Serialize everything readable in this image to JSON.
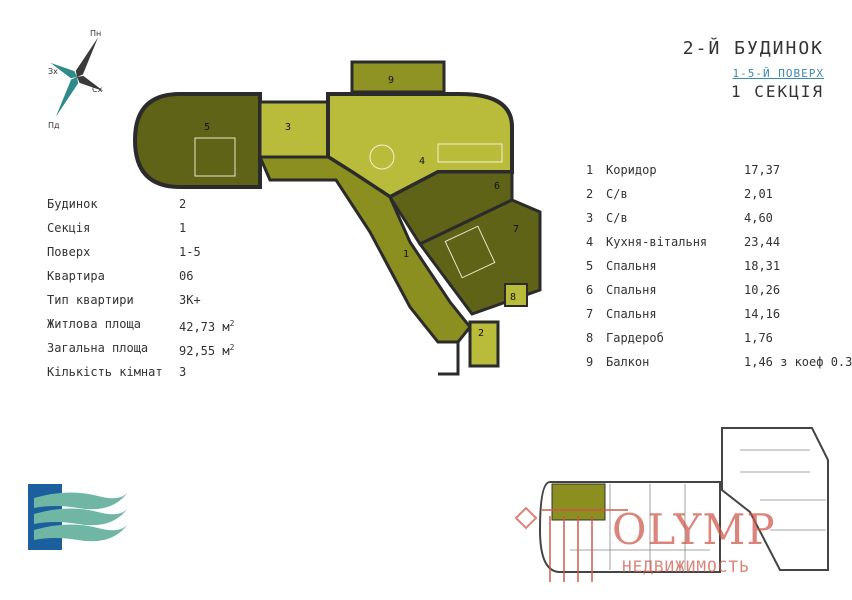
{
  "compass": {
    "north": "Пн",
    "east": "Сх",
    "south": "Пд",
    "west": "Зх"
  },
  "header": {
    "building": "2-Й БУДИНОК",
    "floor": "1-5-Й ПОВЕРХ",
    "section": "1 СЕКЦІЯ"
  },
  "apartment": [
    {
      "label": "Будинок",
      "value": "2"
    },
    {
      "label": "Секція",
      "value": "1"
    },
    {
      "label": "Поверх",
      "value": "1-5"
    },
    {
      "label": "Квартира",
      "value": "06"
    },
    {
      "label": "Тип квартири",
      "value": "3К+"
    },
    {
      "label": "Житлова площа",
      "value": "42,73 м",
      "sup": "2"
    },
    {
      "label": "Загальна площа",
      "value": "92,55 м",
      "sup": "2"
    },
    {
      "label": "Кількість кімнат",
      "value": "3"
    }
  ],
  "rooms": [
    {
      "num": "1",
      "name": "Коридор",
      "area": "17,37"
    },
    {
      "num": "2",
      "name": "С/в",
      "area": "2,01"
    },
    {
      "num": "3",
      "name": "С/в",
      "area": "4,60"
    },
    {
      "num": "4",
      "name": "Кухня-вітальня",
      "area": "23,44"
    },
    {
      "num": "5",
      "name": "Спальня",
      "area": "18,31"
    },
    {
      "num": "6",
      "name": "Спальня",
      "area": "10,26"
    },
    {
      "num": "7",
      "name": "Спальня",
      "area": "14,16"
    },
    {
      "num": "8",
      "name": "Гардероб",
      "area": "1,76"
    },
    {
      "num": "9",
      "name": "Балкон",
      "area": "1,46 з коеф 0.3"
    }
  ],
  "plan_labels": [
    "1",
    "2",
    "3",
    "4",
    "5",
    "6",
    "7",
    "8",
    "9"
  ],
  "brand": {
    "wordmark": "OLYMP",
    "subtitle": "НЕДВИЖИМОСТЬ",
    "colors": {
      "brand_red": "#cd5546",
      "wall": "#2b2b2b",
      "room_olive": "#8a8f1f",
      "room_light": "#b9bb3a",
      "room_dark": "#5f6318",
      "logo_blue": "#1b5f9e",
      "logo_green": "#6fb7a4"
    }
  }
}
